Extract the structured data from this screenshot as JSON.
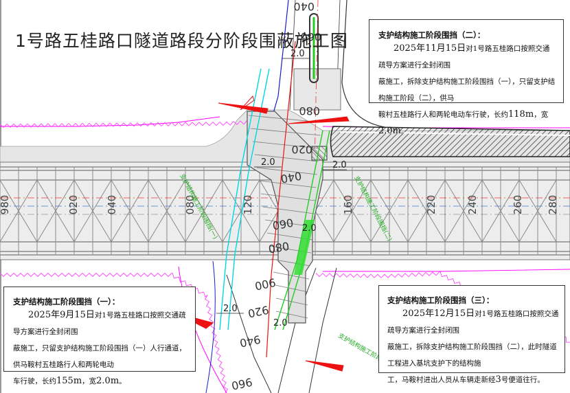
{
  "title": "1号路五桂路口隧道路段分阶段围蔽施工图",
  "notes": {
    "stage1": {
      "heading": "支护结构施工阶段围挡（一）：",
      "date": "2025年9月15日",
      "line1": "对1号路五桂路口按照交通疏导方案进行全封闭围",
      "line2": "蔽施工，只留支护结构施工阶段围挡（一）人行通道，供马鞍村五桂路行人和两轮电动",
      "line3": "车行驶，长约",
      "length": "155m",
      "width_text": "，宽",
      "width": "2.0m",
      "end": "。"
    },
    "stage2": {
      "heading": "支护结构施工阶段围挡（二）：",
      "date": "2025年11月15日",
      "line1": "对1号路五桂路口按照交通疏导方案进行全封闭围",
      "line2": "蔽施工，拆除支护结构施工阶段围挡（一），只留支护结构施工阶段（二），供马",
      "line3": "鞍村五桂路行人和两轮电动车行驶，长约",
      "length": "118m",
      "width_text": "，宽",
      "width": "2.0m",
      "end": "。"
    },
    "stage3": {
      "heading": "支护结构施工阶段围挡（三）：",
      "date": "2025年12月15日",
      "line1": "对1号路五桂路口按照交通疏导方案进行全封闭围",
      "line2": "蔽施工，拆除支护结构施工阶段围挡（二），此时隧道工程进入基坑支护下的结构施",
      "line3": "工，马鞍村进出人员从车辆走新经",
      "road": "3",
      "line3b": "号便道往行。"
    }
  },
  "labels": {
    "dim_2_0": "2.0",
    "zone1": "支护结构施工阶段围挡(一)",
    "zone2": "支护结构施工阶段围挡(二)",
    "zone3": "支护结构施工阶段围挡(三)",
    "stations_main": [
      "980",
      "020",
      "040",
      "080",
      "120",
      "160",
      "220",
      "240",
      "260",
      "280"
    ],
    "stations_cross": [
      "040",
      "060",
      "080",
      "020",
      "040",
      "060",
      "080",
      "900",
      "920",
      "940",
      "960"
    ]
  },
  "colors": {
    "structure": "#7a7a7a",
    "magenta": "#ff00ff",
    "cyan": "#00d8e8",
    "green": "#22cc22",
    "red": "#ee1111",
    "blue": "#1a1ad0",
    "gridline": "#b0b0b0"
  }
}
